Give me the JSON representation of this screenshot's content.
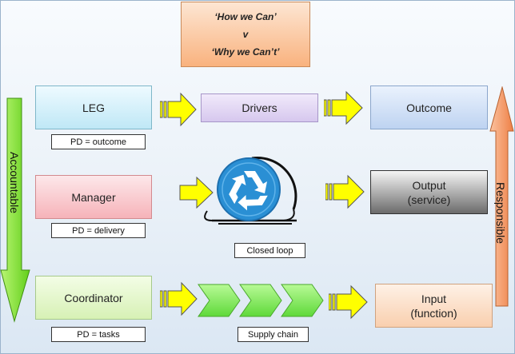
{
  "title": {
    "line1": "‘How we Can’",
    "line2": "v",
    "line3": "‘Why we Can’t’"
  },
  "rows": {
    "leg": {
      "label": "LEG",
      "pd": "PD = outcome"
    },
    "manager": {
      "label": "Manager",
      "pd": "PD = delivery"
    },
    "coordinator": {
      "label": "Coordinator",
      "pd": "PD = tasks"
    }
  },
  "middle": {
    "drivers": "Drivers",
    "closed_loop": "Closed loop",
    "supply_chain": "Supply chain"
  },
  "right": {
    "outcome": "Outcome",
    "output_line1": "Output",
    "output_line2": "(service)",
    "input_line1": "Input",
    "input_line2": "(function)"
  },
  "side": {
    "accountable": "Accountable",
    "responsible": "Responsible"
  },
  "icons": {
    "recycle": "recycle-icon",
    "chevrons": "chevron-arrow-icon",
    "block_arrow": "block-arrow-right-icon"
  },
  "colors": {
    "title_box": "#f9b27e",
    "leg_box": "#c9eef8",
    "manager_box": "#f9c4c8",
    "coordinator_box": "#e0f5c0",
    "drivers_box": "#ddd0ee",
    "outcome_box": "#c8dcf6",
    "output_box": "#8a8a8a",
    "input_box": "#fbd8bd",
    "accountable_arrow": "#7fe02a",
    "responsible_arrow": "#f3986a",
    "block_arrow": "#ffff00",
    "chevron": "#7cf05a",
    "recycle": "#2a8fd4"
  }
}
